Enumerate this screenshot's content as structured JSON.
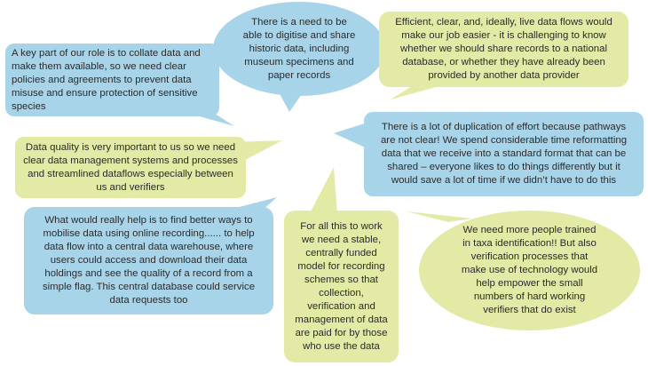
{
  "colors": {
    "blue_bubble": "#a8d4ea",
    "green_bubble": "#e2eaa6",
    "text": "#2b2b2b"
  },
  "bubbles": [
    {
      "color": "blue",
      "shape": "rounded-rectangle",
      "text": "A key part of our role is to collate data and\nmake them available, so we need clear\npolicies and agreements to prevent data\nmisuse and ensure protection of sensitive\nspecies"
    },
    {
      "color": "blue",
      "shape": "ellipse",
      "text": "There is a need to be\nable to digitise and share\nhistoric data, including\nmuseum specimens and\npaper records"
    },
    {
      "color": "green",
      "shape": "rounded-rectangle",
      "text": "Efficient, clear, and, ideally, live data flows would\nmake our job easier - it is challenging to know\nwhether we should share records to a national\ndatabase, or whether they have already been\nprovided by another data provider"
    },
    {
      "color": "green",
      "shape": "rounded-rectangle",
      "text": "Data quality is very important to us so we need\nclear data management systems and processes\nand streamlined dataflows especially between\nus and verifiers"
    },
    {
      "color": "blue",
      "shape": "rounded-rectangle",
      "text": "There is a lot of duplication of effort because pathways\nare not clear! We spend considerable time reformatting\ndata that we receive into a standard format that can be\nshared – everyone likes to do things differently but it\nwould save a lot of time if we didn’t have to do this"
    },
    {
      "color": "blue",
      "shape": "rounded-rectangle",
      "text": "What would really help is to find better ways to\nmobilise data using online recording...... to help\ndata flow into a central data warehouse, where\nusers could access and download their data\nholdings and see the quality of a record from a\nsimple flag. This central database could service\ndata requests too"
    },
    {
      "color": "green",
      "shape": "rounded-rectangle",
      "text": "For all this to work\nwe need a stable,\ncentrally funded\nmodel for recording\nschemes so that\ncollection,\nverification and\nmanagement of data\nare paid for by those\nwho use the data"
    },
    {
      "color": "green",
      "shape": "ellipse",
      "text": "We need more people trained\nin taxa identification!! But also\nverification processes that\nmake use of technology would\nhelp empower the small\nnumbers of hard working\nverifiers that do exist"
    }
  ]
}
